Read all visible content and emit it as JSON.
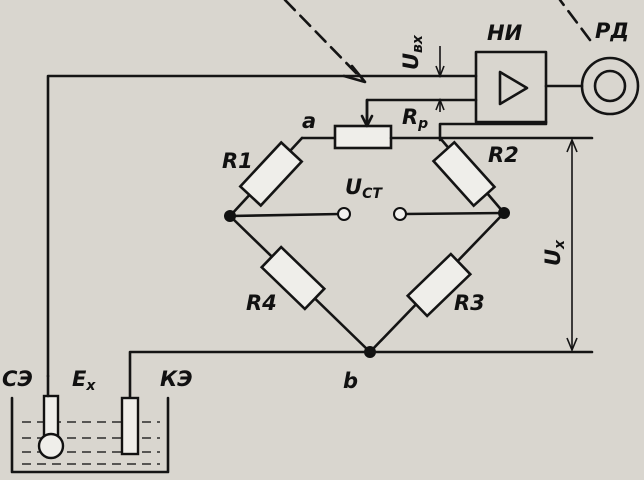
{
  "labels": {
    "ni": "НИ",
    "rd": "РД",
    "u_vx": "U",
    "u_vx_sub": "вх",
    "a": "a",
    "b": "b",
    "rp": "R",
    "rp_sub": "p",
    "r1": "R1",
    "r2": "R2",
    "r3": "R3",
    "r4": "R4",
    "u_st": "U",
    "u_st_sub": "СТ",
    "u_x": "U",
    "u_x_sub": "x",
    "se": "СЭ",
    "ex": "E",
    "ex_sub": "x",
    "ke": "КЭ"
  }
}
